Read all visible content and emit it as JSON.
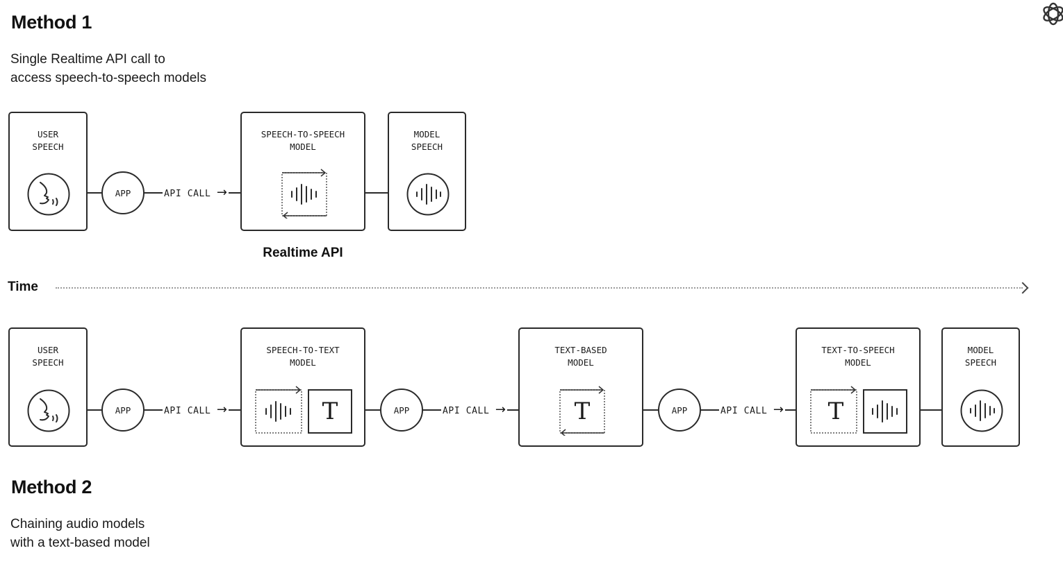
{
  "method1": {
    "title": "Method 1",
    "description": [
      "Single Realtime API call to",
      "access speech-to-speech models"
    ],
    "boxes": {
      "user_speech": [
        "USER",
        "SPEECH"
      ],
      "sts_model": [
        "SPEECH-TO-SPEECH",
        "MODEL"
      ],
      "model_speech": [
        "MODEL",
        "SPEECH"
      ]
    },
    "app": "APP",
    "api_call": "API CALL",
    "caption": "Realtime API"
  },
  "timeline": {
    "label": "Time"
  },
  "method2": {
    "title": "Method 2",
    "description": [
      "Chaining audio models",
      "with a text-based model"
    ],
    "boxes": {
      "user_speech": [
        "USER",
        "SPEECH"
      ],
      "stt_model": [
        "SPEECH-TO-TEXT",
        "MODEL"
      ],
      "text_model": [
        "TEXT-BASED",
        "MODEL"
      ],
      "tts_model": [
        "TEXT-TO-SPEECH",
        "MODEL"
      ],
      "model_speech": [
        "MODEL",
        "SPEECH"
      ]
    },
    "app": "APP",
    "api_call": "API CALL",
    "text_glyph": "T"
  },
  "icons": {
    "speaking_head": "speaking-head-icon",
    "waveform": "waveform-icon",
    "text_t": "text-t-icon",
    "logo": "openai-logo-icon"
  }
}
